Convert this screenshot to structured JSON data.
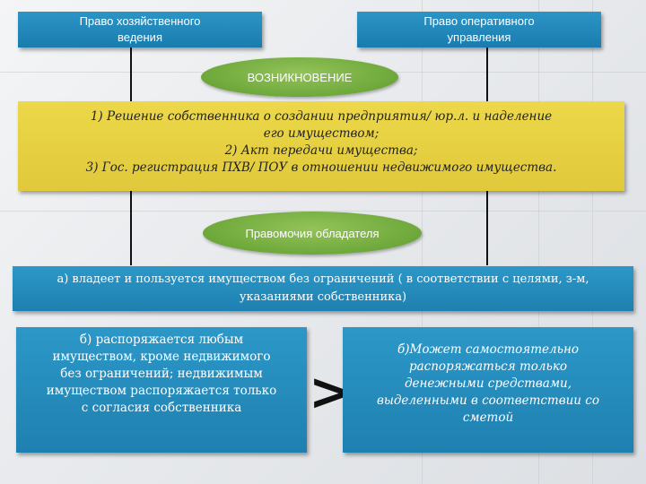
{
  "top_left": {
    "line1": "Право хозяйственного",
    "line2": "ведения"
  },
  "top_right": {
    "line1": "Право оперативного",
    "line2": "управления"
  },
  "ellipse_origin": "ВОЗНИКНОВЕНИЕ",
  "origin_items": [
    "1)  Решение собственника о создании предприятия/ юр.л. и наделение",
    "его имуществом;",
    "2) Акт передачи имущества;",
    "3) Гос. регистрация ПХВ/ ПОУ в отношении недвижимого имущества."
  ],
  "ellipse_powers": "Правомочия обладателя",
  "common_power": {
    "line1": "а) владеет и пользуется имуществом без ограничений ( в соответствии с целями, з-м,",
    "line2": "указаниями собственника)"
  },
  "left_power": [
    "б) распоряжается любым",
    "имуществом, кроме недвижимого",
    "без ограничений; недвижимым",
    "имуществом распоряжается только",
    "с согласия собственника"
  ],
  "comparison_symbol": ">",
  "right_power": [
    "б)Может самостоятельно",
    "распоряжаться только",
    "денежными средствами,",
    "выделенными в соответствии со",
    "сметой"
  ]
}
